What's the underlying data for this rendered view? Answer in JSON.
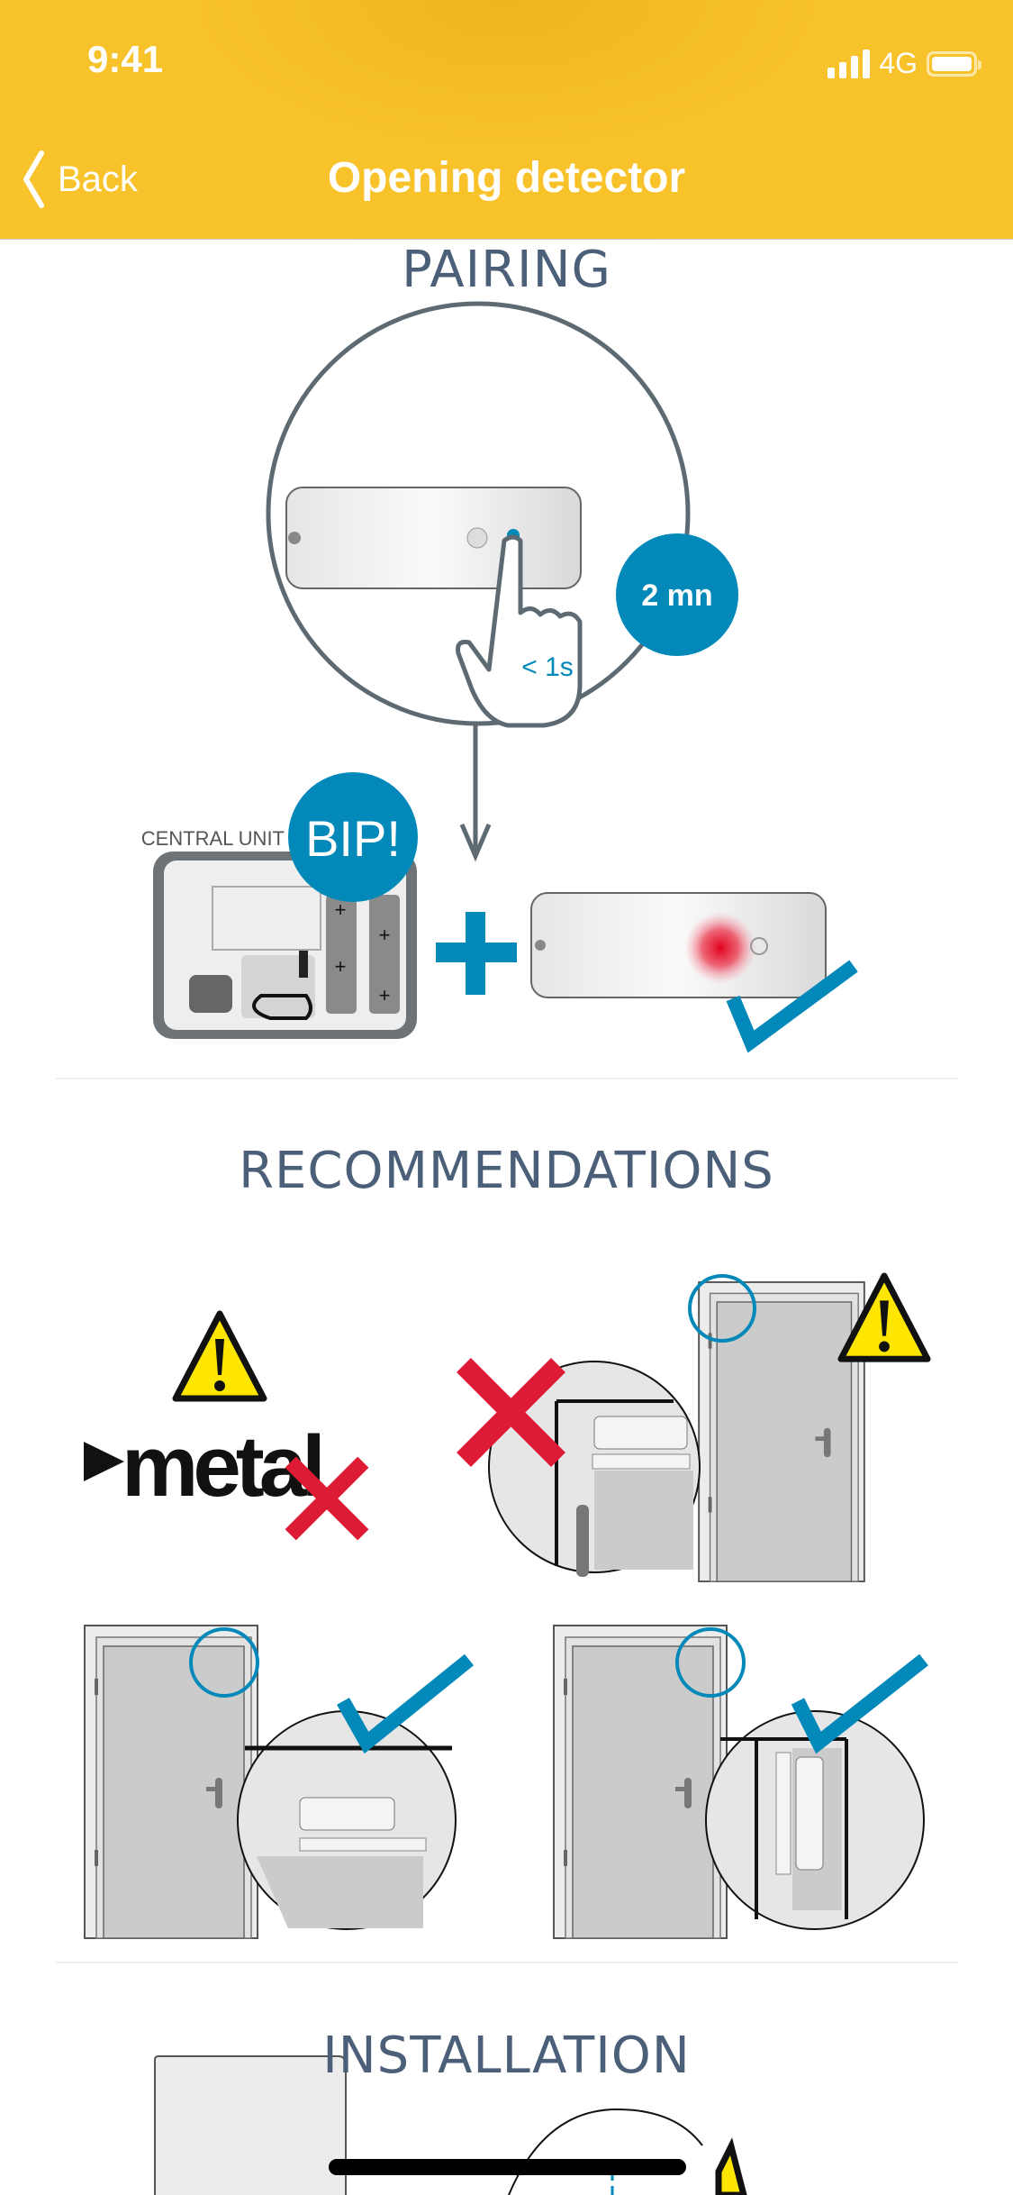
{
  "status_bar": {
    "time": "9:41",
    "network": "4G",
    "signal_bars": 4,
    "battery_percent": 100
  },
  "nav": {
    "back_label": "Back",
    "title": "Opening detector"
  },
  "colors": {
    "header": "#f9c42b",
    "accent_blue": "#0389b9",
    "heading": "#4b5f78",
    "error_red": "#de1b34",
    "warning_yellow": "#ffe600"
  },
  "sections": {
    "pairing": {
      "title": "PAIRING",
      "timer_label": "2 mn",
      "press_label": "< 1s",
      "central_unit_label": "CENTRAL UNIT",
      "beep_label": "BIP!",
      "battery_plus": "+",
      "battery_minus": "−"
    },
    "recommendations": {
      "title": "RECOMMENDATIONS",
      "metal_label": "metal"
    },
    "installation": {
      "title": "INSTALLATION"
    }
  }
}
